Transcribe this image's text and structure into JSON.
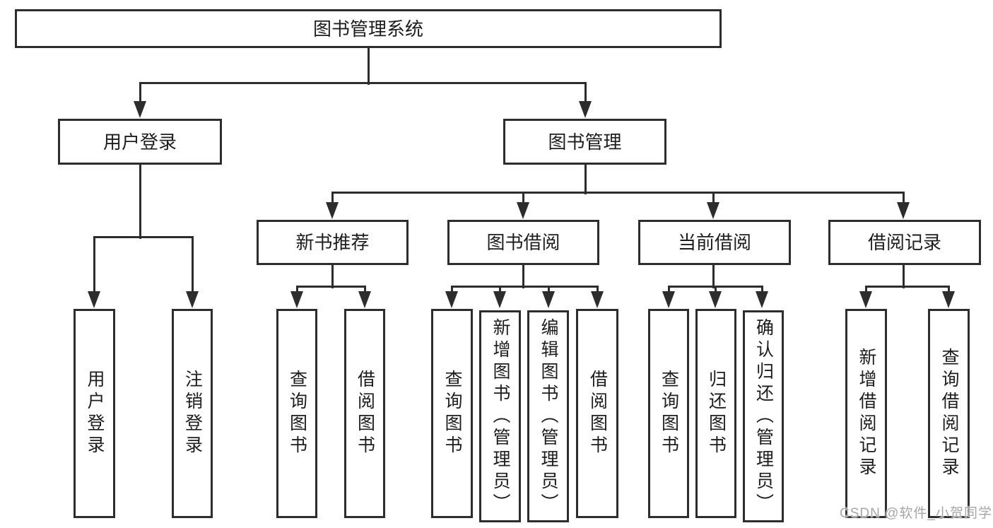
{
  "colors": {
    "line": "#2d2d2d",
    "box_border": "#2d2d2d",
    "text": "#1d1d1f",
    "watermark": "#a6a6a6",
    "background": "#ffffff"
  },
  "watermark": {
    "text": "CSDN @软件_小贺同学"
  },
  "tree": {
    "label": "图书管理系统",
    "children": [
      {
        "label": "用户登录",
        "children": [
          {
            "label": "用户登录"
          },
          {
            "label": "注销登录"
          }
        ]
      },
      {
        "label": "图书管理",
        "children": [
          {
            "label": "新书推荐",
            "children": [
              {
                "label": "查询图书"
              },
              {
                "label": "借阅图书"
              }
            ]
          },
          {
            "label": "图书借阅",
            "children": [
              {
                "label": "查询图书"
              },
              {
                "label": "新增图书（管理员）"
              },
              {
                "label": "编辑图书（管理员）"
              },
              {
                "label": "借阅图书"
              }
            ]
          },
          {
            "label": "当前借阅",
            "children": [
              {
                "label": "查询图书"
              },
              {
                "label": "归还图书"
              },
              {
                "label": "确认归还（管理员）"
              }
            ]
          },
          {
            "label": "借阅记录",
            "children": [
              {
                "label": "新增借阅记录"
              },
              {
                "label": "查询借阅记录"
              }
            ]
          }
        ]
      }
    ]
  }
}
